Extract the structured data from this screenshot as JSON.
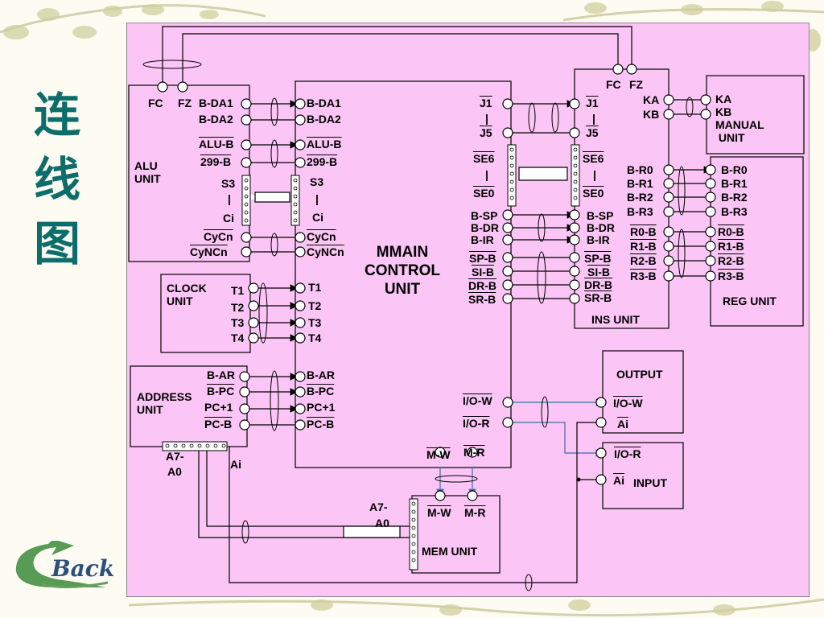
{
  "title": [
    "连",
    "线",
    "图"
  ],
  "back_label": "Back",
  "colors": {
    "panel": "#fbc5f5",
    "title": "#0d6d6a",
    "arrow_blue": "#3c6ea8"
  },
  "units": {
    "alu": "ALU\nUNIT",
    "clock": "CLOCK\nUNIT",
    "address": "ADDRESS\nUNIT",
    "main": "MMAIN\nCONTROL\nUNIT",
    "ins": "INS UNIT",
    "reg": "REG UNIT",
    "manual": "KA\nKB\nMANUAL\n UNIT",
    "output": "OUTPUT",
    "input": "INPUT",
    "mem": "MEM UNIT"
  },
  "alu_labels": [
    "FC",
    "FZ",
    "B-DA1",
    "B-DA2",
    "ALU-B",
    "299-B",
    "S3",
    "|",
    "Ci",
    "CyCn",
    "CyNCn"
  ],
  "main_left_labels": [
    "B-DA1",
    "B-DA2",
    "ALU-B",
    "299-B",
    "S3",
    "|",
    "Ci",
    "CyCn",
    "CyNCn",
    "T1",
    "T2",
    "T3",
    "T4",
    "B-AR",
    "B-PC",
    "PC+1",
    "PC-B"
  ],
  "clock_labels": [
    "T1",
    "T2",
    "T3",
    "T4"
  ],
  "address_labels": [
    "B-AR",
    "B-PC",
    "PC+1",
    "PC-B",
    "A7-",
    "A0",
    "Ai"
  ],
  "main_right_labels": [
    "J1",
    "|",
    "J5",
    "SE6",
    "|",
    "SE0",
    "B-SP",
    "B-DR",
    "B-IR",
    "SP-B",
    "SI-B",
    "DR-B",
    "SR-B",
    "I/O-W",
    "I/O-R",
    "M-W",
    "M-R"
  ],
  "ins_labels": [
    "FC",
    "FZ",
    "KA",
    "KB",
    "J1",
    "|",
    "J5",
    "SE6",
    "|",
    "SE0",
    "B-SP",
    "B-DR",
    "B-IR",
    "SP-B",
    "SI-B",
    "DR-B",
    "SR-B",
    "B-R0",
    "B-R1",
    "B-R2",
    "B-R3",
    "R0-B",
    "R1-B",
    "R2-B",
    "R3-B"
  ],
  "reg_labels": [
    "B-R0",
    "B-R1",
    "B-R2",
    "B-R3",
    "R0-B",
    "R1-B",
    "R2-B",
    "R3-B"
  ],
  "io_labels": [
    "I/O-W",
    "Ai",
    "I/O-R",
    "Ai"
  ],
  "mem_labels": [
    "A7-",
    "A0",
    "M-W",
    "M-R"
  ]
}
